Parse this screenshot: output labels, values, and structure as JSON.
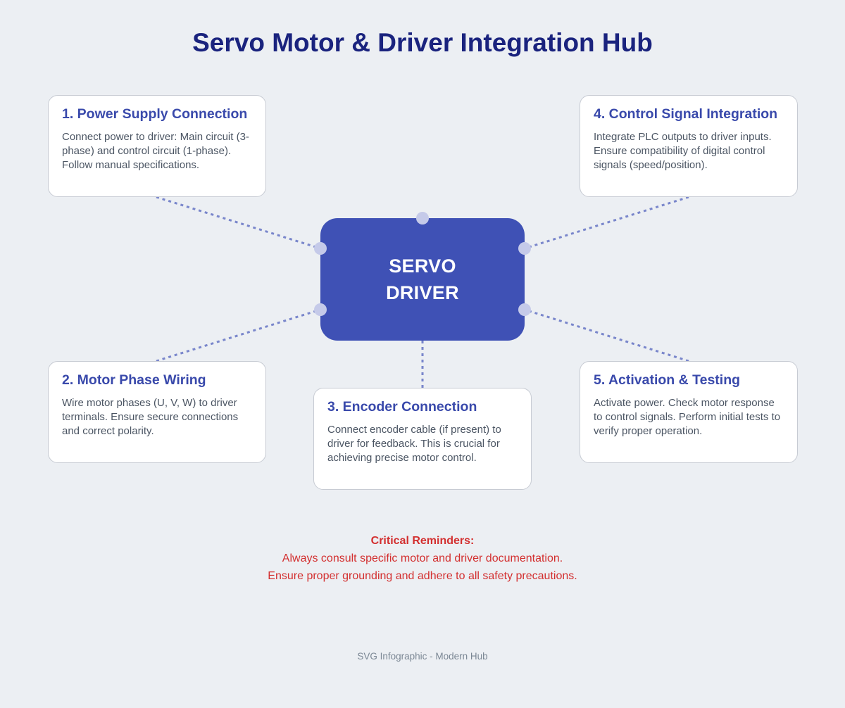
{
  "title": "Servo Motor & Driver Integration Hub",
  "hub": {
    "line1": "SERVO",
    "line2": "DRIVER"
  },
  "steps": [
    {
      "title": "1. Power Supply Connection",
      "text": "Connect power to driver: Main circuit (3-phase) and control circuit (1-phase). Follow manual specifications."
    },
    {
      "title": "2. Motor Phase Wiring",
      "text": "Wire motor phases (U, V, W) to driver terminals. Ensure secure connections and correct polarity."
    },
    {
      "title": "3. Encoder Connection",
      "text": "Connect encoder cable (if present) to driver for feedback. This is crucial for achieving precise motor control."
    },
    {
      "title": "4. Control Signal Integration",
      "text": "Integrate PLC outputs to driver inputs. Ensure compatibility of digital control signals (speed/position)."
    },
    {
      "title": "5. Activation & Testing",
      "text": "Activate power. Check motor response to control signals. Perform initial tests to verify proper operation."
    }
  ],
  "reminders": {
    "heading": "Critical Reminders:",
    "lines": [
      "Always consult specific motor and driver documentation.",
      "Ensure proper grounding and adhere to all safety precautions."
    ]
  },
  "footer": "SVG Infographic - Modern Hub",
  "colors": {
    "background": "#eceff3",
    "title": "#1a237e",
    "accent": "#3f51b5",
    "step_title": "#3949ab",
    "connector": "#7986cb",
    "node": "#c5cae9",
    "warning": "#d32f2f",
    "footer": "#7b8794"
  }
}
